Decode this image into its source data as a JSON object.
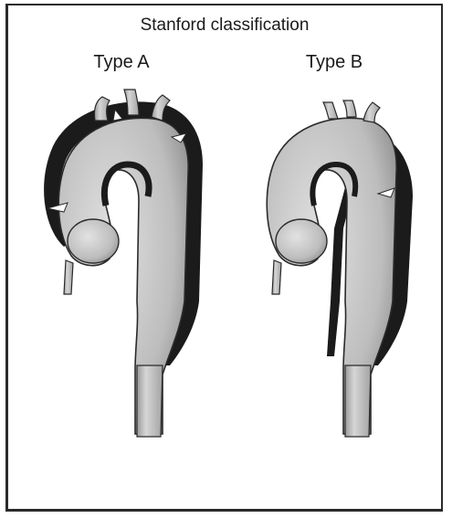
{
  "title": "Stanford classification",
  "panels": [
    {
      "label": "Type A"
    },
    {
      "label": "Type B"
    }
  ],
  "colors": {
    "background": "#ffffff",
    "ink": "#1a1a1a",
    "aorta_fill": "#c6c6c6",
    "false_lumen": "#1b1b1b"
  }
}
